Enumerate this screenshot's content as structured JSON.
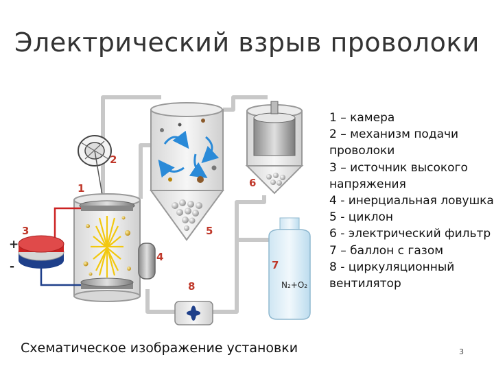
{
  "title": "Электрический взрыв проволоки",
  "caption": "Схематическое изображение установки",
  "page_number": "3",
  "legend": [
    "1 – камера",
    "2 – механизм подачи",
    "проволоки",
    "3 – источник высокого",
    "напряжения",
    "4 - инерциальная ловушка",
    "5 - циклон",
    "6 - электрический фильтр",
    "7 – баллон с газом",
    "8 - циркуляционный",
    "вентилятор"
  ],
  "diagram_labels": {
    "n1": "1",
    "n2": "2",
    "n3": "3",
    "n4": "4",
    "n5": "5",
    "n6": "6",
    "n7": "7",
    "n8": "8",
    "plus": "+",
    "minus": "-",
    "gas": "N₂+O₂"
  },
  "colors": {
    "label": "#c0392b",
    "pipe": "#c8c8c8",
    "wire_red": "#cc2222",
    "wire_blue": "#1e3f8a",
    "arrow": "#2a8ad8",
    "spark": "#f2e12c"
  }
}
